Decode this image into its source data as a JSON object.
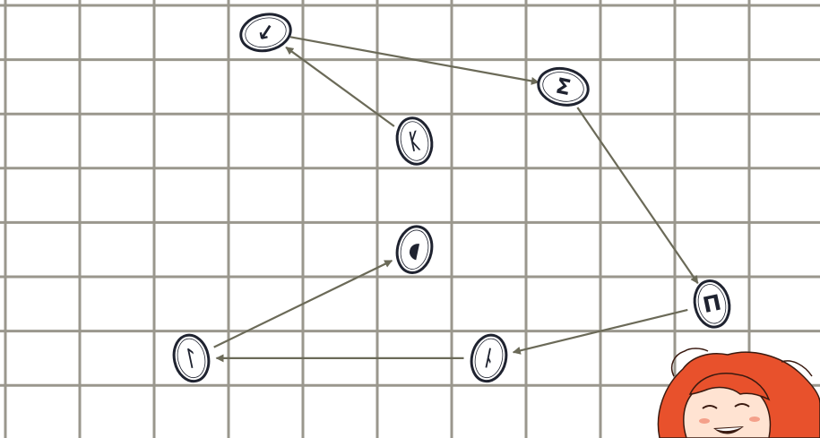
{
  "puzzle": {
    "grid": {
      "columns": 11,
      "rows": 8,
      "line_color": "#9a978d"
    },
    "arrow_color": "#6b6a58",
    "stone_color": "#1f2330",
    "stones": [
      {
        "id": "s1",
        "col": 3,
        "row": 0,
        "rune": "↙",
        "icon": "rune-arrow-icon"
      },
      {
        "id": "s2",
        "col": 7,
        "row": 1,
        "rune": "Σ",
        "icon": "rune-sigma-icon"
      },
      {
        "id": "s3",
        "col": 5,
        "row": 2,
        "rune": "ᛕ",
        "icon": "rune-k-icon"
      },
      {
        "id": "s4",
        "col": 5,
        "row": 4,
        "rune": "◖",
        "icon": "rune-c-icon"
      },
      {
        "id": "s5",
        "col": 9,
        "row": 5,
        "rune": "Π",
        "icon": "rune-pi-icon"
      },
      {
        "id": "s6",
        "col": 6,
        "row": 6,
        "rune": "ᚿ",
        "icon": "rune-tick-icon"
      },
      {
        "id": "s7",
        "col": 2,
        "row": 6,
        "rune": "ᛚ",
        "icon": "rune-hook-icon"
      }
    ],
    "path": [
      [
        "s3",
        "s1"
      ],
      [
        "s1",
        "s2"
      ],
      [
        "s2",
        "s5"
      ],
      [
        "s5",
        "s6"
      ],
      [
        "s6",
        "s7"
      ],
      [
        "s7",
        "s4"
      ]
    ],
    "character": {
      "icon": "laughing-girl-icon",
      "hair_color": "#e8512c"
    }
  }
}
